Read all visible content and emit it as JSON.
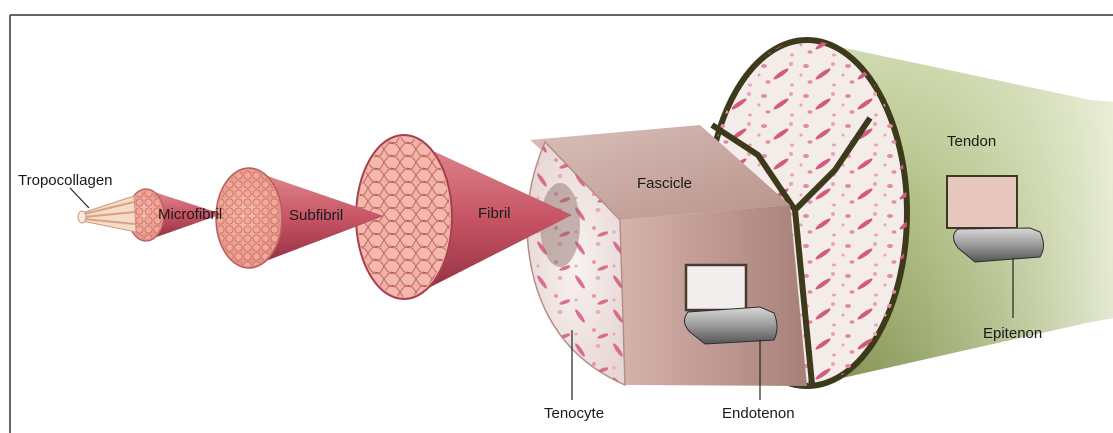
{
  "labels": {
    "tropocollagen": "Tropocollagen",
    "microfibril": "Microfibril",
    "subfibril": "Subfibril",
    "fibril": "Fibril",
    "fascicle": "Fascicle",
    "tendon": "Tendon",
    "tenocyte": "Tenocyte",
    "endotenon": "Endotenon",
    "epitenon": "Epitenon"
  },
  "colors": {
    "fibril_red": "#c85a6a",
    "fibril_pink": "#f0a8a0",
    "fascicle_tan": "#c9a49a",
    "fascicle_face": "#f1e6e4",
    "tendon_green": "#a9b97a",
    "tendon_outline": "#3d3a1c",
    "cell_pink": "#d45a7c"
  }
}
